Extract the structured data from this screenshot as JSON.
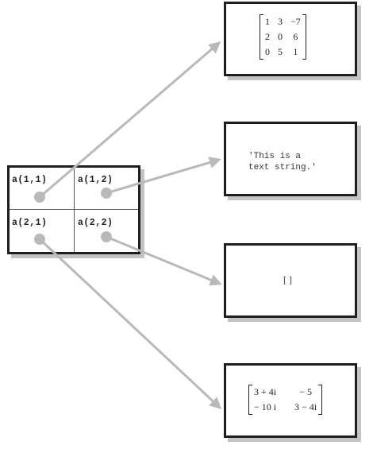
{
  "cells": {
    "a11": "a(1,1)",
    "a12": "a(1,2)",
    "a21": "a(2,1)",
    "a22": "a(2,2)"
  },
  "matrix": [
    [
      "1",
      "3",
      "−7"
    ],
    [
      "2",
      "0",
      "6"
    ],
    [
      "0",
      "5",
      "1"
    ]
  ],
  "text_string": "'This is a\ntext string.'",
  "empty": "[ ]",
  "complex": [
    [
      "3 + 4i",
      "− 5"
    ],
    [
      "− 10 i",
      "3 − 4i"
    ]
  ],
  "colors": {
    "arrow": "#b9b9b9",
    "border": "#1e1e1e",
    "shadow": "#c4c4c4"
  }
}
